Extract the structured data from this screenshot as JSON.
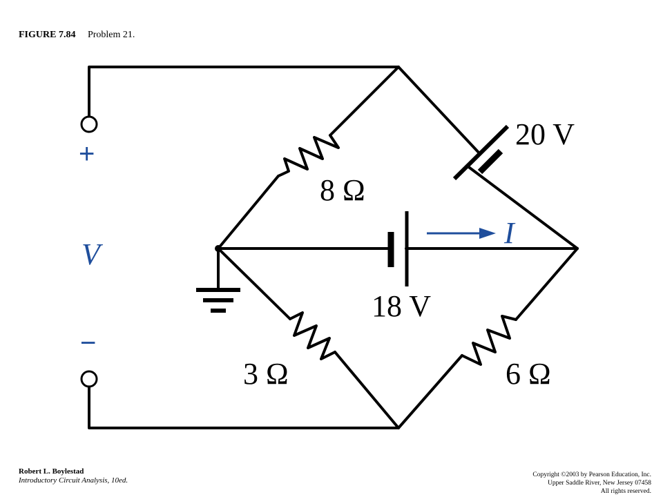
{
  "figure": {
    "number": "FIGURE 7.84",
    "caption": "Problem 21."
  },
  "circuit": {
    "r_top_left": "8 Ω",
    "r_bottom_left": "3 Ω",
    "r_bottom_right": "6 Ω",
    "battery_top_right": "20 V",
    "battery_middle": "18 V",
    "current_label": "I",
    "voltage_label": "V",
    "plus_sign": "+",
    "minus_sign": "−"
  },
  "footer": {
    "author": "Robert L. Boylestad",
    "book": "Introductory Circuit Analysis, 10ed.",
    "copyright_1": "Copyright ©2003 by Pearson Education, Inc.",
    "copyright_2": "Upper Saddle River, New Jersey 07458",
    "copyright_3": "All rights reserved."
  },
  "colors": {
    "wire": "#000000",
    "annotation": "#1f4e9c"
  }
}
